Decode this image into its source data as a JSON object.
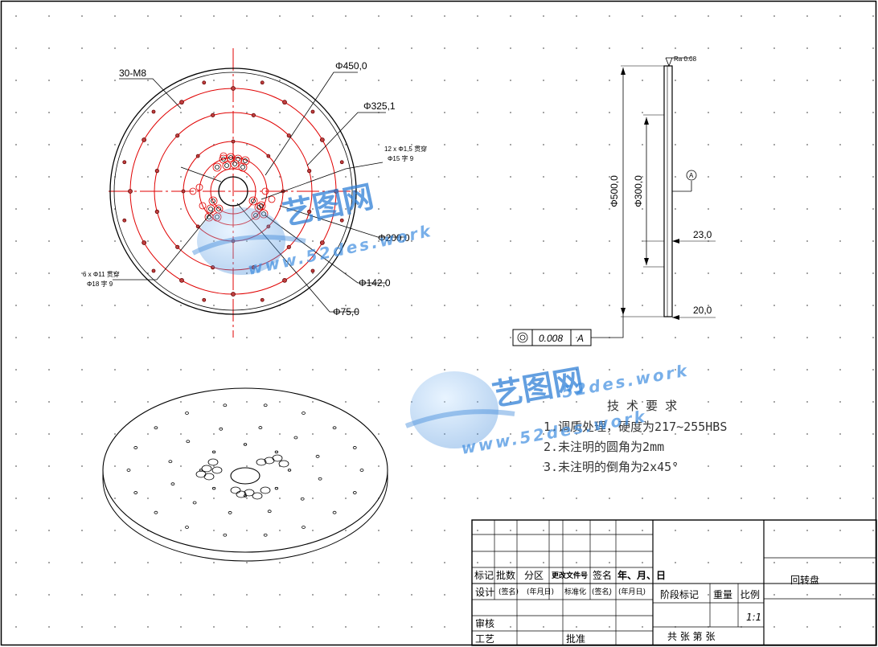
{
  "front_view": {
    "dims": {
      "d450": "Φ450,0",
      "d325": "Φ325,1",
      "d200": "Φ200,0",
      "d142": "Φ142,0",
      "d75": "Φ75,0",
      "m8": "30-M8"
    },
    "hole_note_1_line1": "12 x Φ1,5 贯穿",
    "hole_note_1_line2": "Φ15 字 9",
    "hole_note_2_line1": "6 x Φ11 贯穿",
    "hole_note_2_line2": "Φ18 字 9"
  },
  "side_view": {
    "roughness": "Ra 0.08",
    "outer_dia": "Φ500,0",
    "inner_dia": "Φ300,0",
    "datum": "A",
    "dim_23": "23,0",
    "dim_20": "20,0",
    "tolerance_value": "0.008",
    "tolerance_datum": "A"
  },
  "tech_requirements": {
    "title": "技  术  要  求",
    "item1": "1.调质处理，硬度为217~255HBS",
    "item2": "2.未注明的圆角为2mm",
    "item3": "3.未注明的倒角为2x45°"
  },
  "title_block": {
    "part_name": "回转盘",
    "biaoji": "标记",
    "chushu": "批数",
    "fenqu": "分区",
    "gengai": "更改文件号",
    "qianming": "签名",
    "nianyueri": "年、月、日",
    "sheji": "设计",
    "qianming_p": "(签名)",
    "nianyueri_p": "(年月日)",
    "biaozhunhua": "标准化",
    "qianming_p2": "(签名)",
    "nianyueri_p2": "(年月日)",
    "shenhe": "审核",
    "gongyi": "工艺",
    "pizhun": "批准",
    "jieduan": "阶段标记",
    "zhongliang": "重量",
    "bili": "比例",
    "scale": "1:1",
    "sheets": "共  张  第  张"
  },
  "watermark": {
    "brand": "艺图网",
    "url": "www.52des.work",
    "url_short": "52des.work"
  },
  "colors": {
    "center_line": "#e00000",
    "drawing": "#000000",
    "watermark": "#2f7fd6"
  }
}
